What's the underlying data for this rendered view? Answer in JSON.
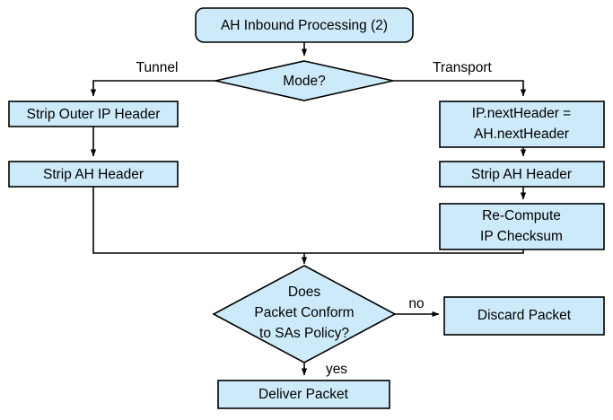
{
  "diagram": {
    "title": "AH Inbound Processing (2)",
    "nodes": {
      "start": {
        "label": "AH Inbound Processing (2)",
        "shape": "rounded-rectangle"
      },
      "mode_decision": {
        "label": "Mode?",
        "shape": "diamond"
      },
      "strip_outer_ip_header": {
        "label": "Strip Outer IP Header",
        "shape": "rectangle"
      },
      "strip_ah_header_tunnel": {
        "label": "Strip AH Header",
        "shape": "rectangle"
      },
      "ip_nextheader_line1": "IP.nextHeader =",
      "ip_nextheader_line2": "AH.nextHeader",
      "strip_ah_header_transport": {
        "label": "Strip AH Header",
        "shape": "rectangle"
      },
      "recompute_line1": "Re-Compute",
      "recompute_line2": "IP Checksum",
      "conform_line1": "Does",
      "conform_line2": "Packet Conform",
      "conform_line3": "to SAs Policy?",
      "discard_packet": {
        "label": "Discard Packet",
        "shape": "rectangle"
      },
      "deliver_packet": {
        "label": "Deliver Packet",
        "shape": "rectangle"
      }
    },
    "edge_labels": {
      "tunnel": "Tunnel",
      "transport": "Transport",
      "no": "no",
      "yes": "yes"
    },
    "colors": {
      "node_fill": "#cdeafa",
      "node_stroke": "#000000",
      "text": "#000000",
      "background": "#ffffff"
    }
  }
}
